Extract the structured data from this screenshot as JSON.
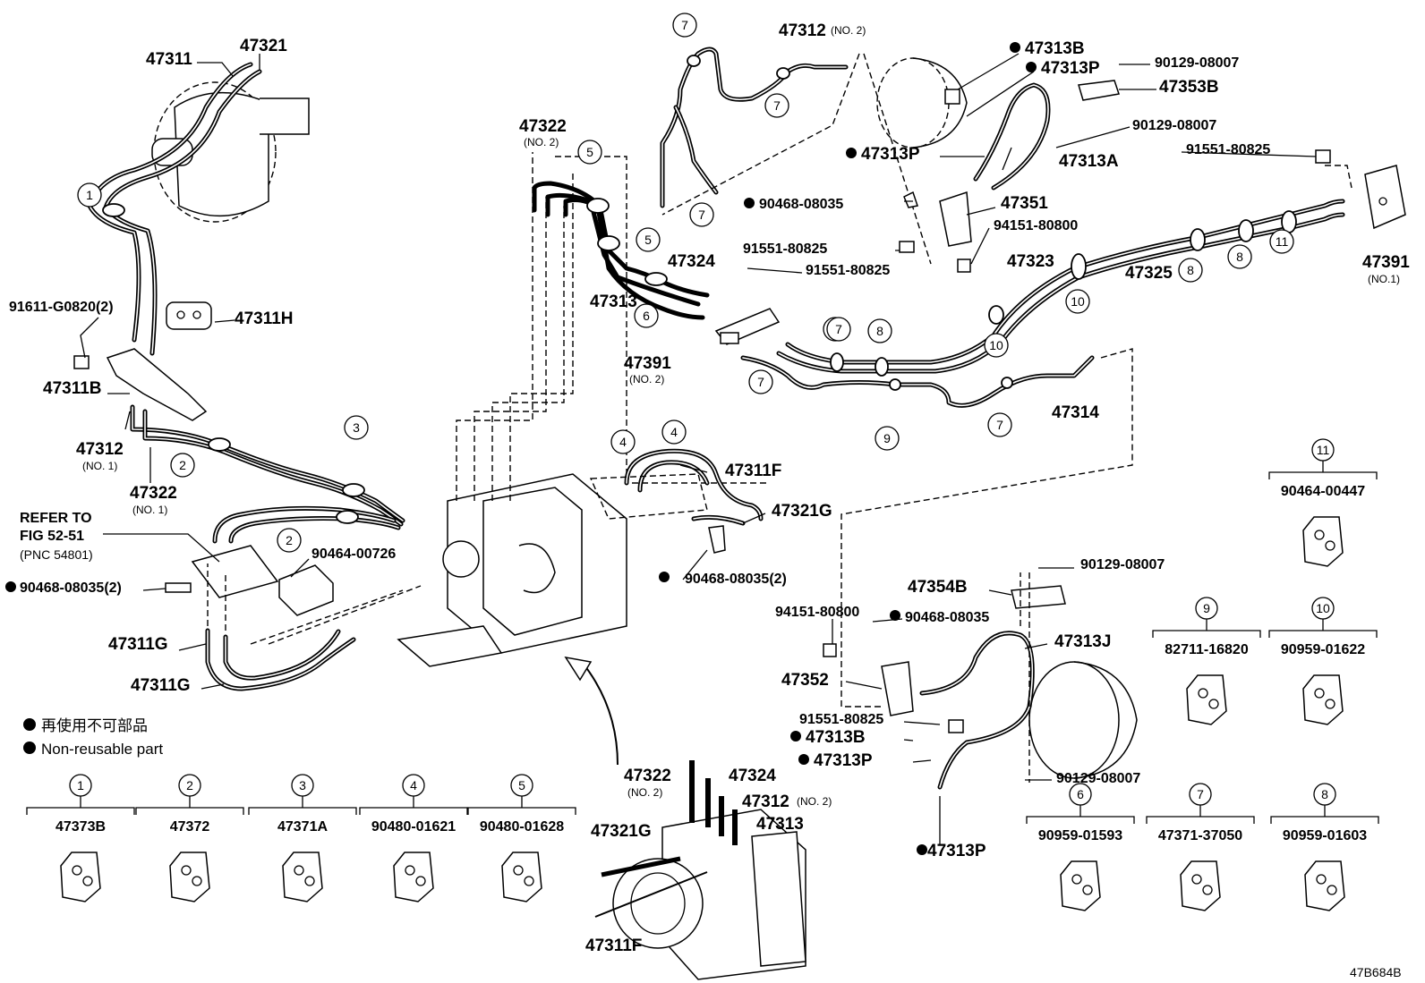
{
  "labels": {
    "p47321": "47321",
    "p47311": "47311",
    "p91611": "91611-G0820(2)",
    "p47311H": "47311H",
    "p47311B": "47311B",
    "p47312": "47312",
    "p47312_sub": "(NO. 1)",
    "p47322a": "47322",
    "p47322a_sub": "(NO. 1)",
    "refer1": "REFER TO",
    "refer2": "FIG 52-51",
    "refer3": "(PNC 54801)",
    "p90468a": "90468-08035(2)",
    "p90464_726": "90464-00726",
    "p47311G_a": "47311G",
    "p47311G_b": "47311G",
    "legend_jp": "再使用不可部品",
    "legend_en": "Non-reusable part",
    "p47312_no2": "47312",
    "p47312_no2_sub": "(NO. 2)",
    "p47322_no2": "47322",
    "p47322_no2_sub": "(NO. 2)",
    "p47324": "47324",
    "p47313": "47313",
    "p47391_no2": "47391",
    "p47391_no2_sub": "(NO. 2)",
    "p91551_top": "91551-80825",
    "p47311F": "47311F",
    "p47321G": "47321G",
    "p90468b": "90468-08035(2)",
    "p47313B_top": "47313B",
    "p47313P_top": "47313P",
    "p90129_1": "90129-08007",
    "p47353B": "47353B",
    "p90129_2": "90129-08007",
    "p47313P_mid": "47313P",
    "p47313A": "47313A",
    "p91551_r": "91551-80825",
    "p90468c": "90468-08035",
    "p47351": "47351",
    "p94151_top": "94151-80800",
    "p91551_mid": "91551-80825",
    "p47323": "47323",
    "p47325": "47325",
    "p47391_no1": "47391",
    "p47391_no1_sub": "(NO.1)",
    "p47314": "47314",
    "p90129_3": "90129-08007",
    "p47354B": "47354B",
    "p94151_low": "94151-80800",
    "p90468d": "90468-08035",
    "p47313J": "47313J",
    "p47352": "47352",
    "p91551_low": "91551-80825",
    "p47313B_low": "47313B",
    "p47313P_low": "47313P",
    "p90129_4": "90129-08007",
    "p47313P_bot": "47313P",
    "ins_47322": "47322",
    "ins_47322_sub": "(NO. 2)",
    "ins_47324": "47324",
    "ins_47312": "47312",
    "ins_47312_sub": "(NO. 2)",
    "ins_47321G": "47321G",
    "ins_47313": "47313",
    "ins_47311F": "47311F",
    "diagram_code": "47B684B"
  },
  "clips": [
    {
      "num": "1",
      "part": "47373B"
    },
    {
      "num": "2",
      "part": "47372"
    },
    {
      "num": "3",
      "part": "47371A"
    },
    {
      "num": "4",
      "part": "90480-01621"
    },
    {
      "num": "5",
      "part": "90480-01628"
    },
    {
      "num": "6",
      "part": "90959-01593"
    },
    {
      "num": "7",
      "part": "47371-37050"
    },
    {
      "num": "8",
      "part": "90959-01603"
    },
    {
      "num": "9",
      "part": "82711-16820"
    },
    {
      "num": "10",
      "part": "90959-01622"
    },
    {
      "num": "11",
      "part": "90464-00447"
    }
  ],
  "callouts": [
    "1",
    "2",
    "2",
    "3",
    "4",
    "4",
    "4",
    "5",
    "5",
    "6",
    "7",
    "7",
    "7",
    "7",
    "7",
    "7",
    "8",
    "8",
    "8",
    "9",
    "10",
    "10",
    "11"
  ]
}
